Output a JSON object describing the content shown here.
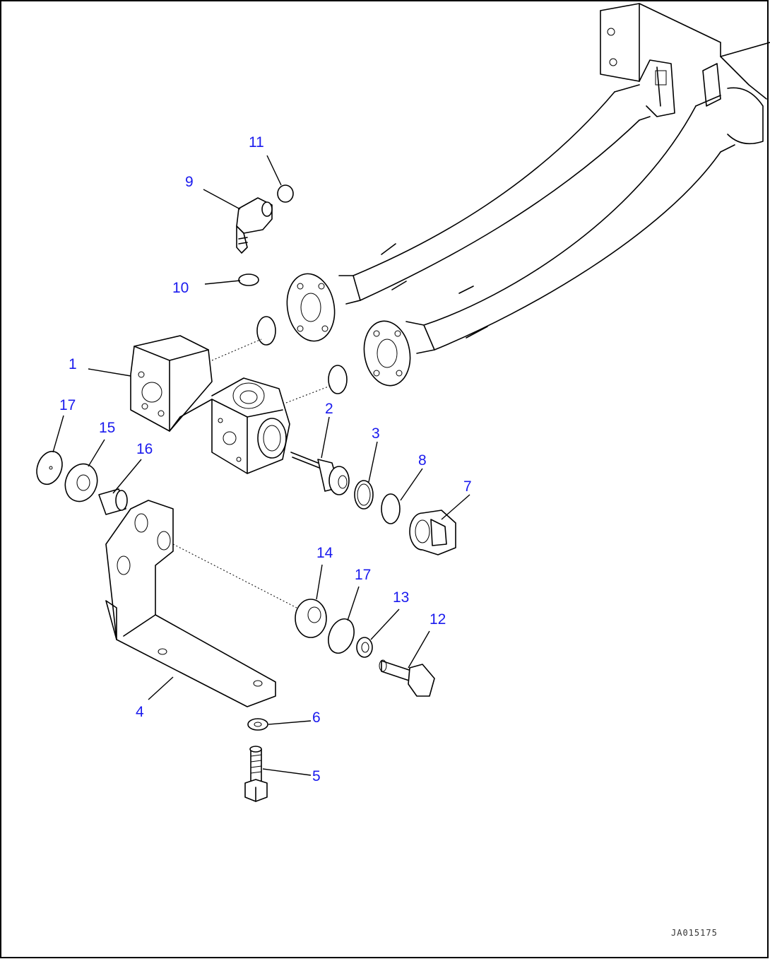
{
  "callouts": [
    {
      "id": "c1",
      "text": "1"
    },
    {
      "id": "c2",
      "text": "2"
    },
    {
      "id": "c3",
      "text": "3"
    },
    {
      "id": "c4",
      "text": "4"
    },
    {
      "id": "c5",
      "text": "5"
    },
    {
      "id": "c6",
      "text": "6"
    },
    {
      "id": "c7",
      "text": "7"
    },
    {
      "id": "c8",
      "text": "8"
    },
    {
      "id": "c9",
      "text": "9"
    },
    {
      "id": "c10",
      "text": "10"
    },
    {
      "id": "c11",
      "text": "11"
    },
    {
      "id": "c12",
      "text": "12"
    },
    {
      "id": "c13",
      "text": "13"
    },
    {
      "id": "c14",
      "text": "14"
    },
    {
      "id": "c15",
      "text": "15"
    },
    {
      "id": "c16",
      "text": "16"
    },
    {
      "id": "c17a",
      "text": "17"
    },
    {
      "id": "c17b",
      "text": "17"
    }
  ],
  "drawing_code": "JA015175",
  "colors": {
    "callout": "#1a1aee",
    "line": "#000000",
    "border": "#000000"
  }
}
